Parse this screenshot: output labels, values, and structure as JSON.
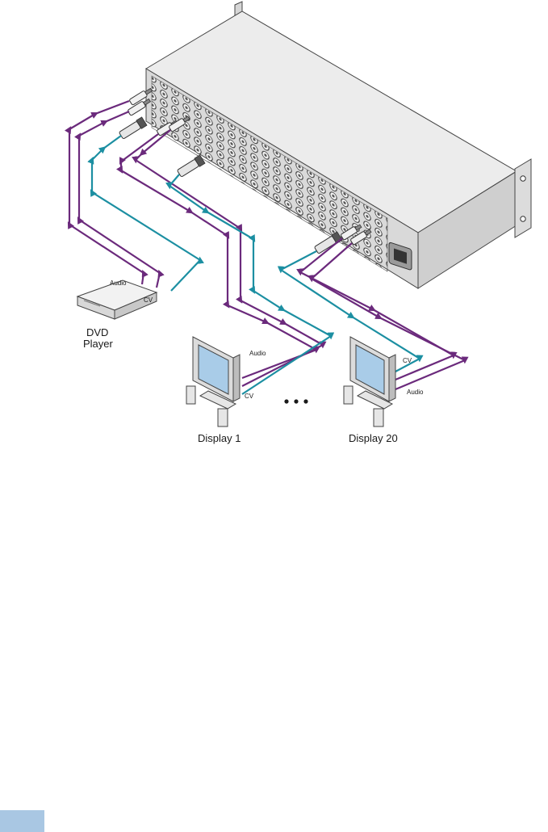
{
  "diagram": {
    "colors": {
      "audio_cable": "#6b2a7c",
      "video_cable": "#1c8fa2",
      "chassis_top": "#ececec",
      "chassis_front": "#d9d9d9",
      "chassis_side": "#cfcfcf",
      "screen": "#a9cce8",
      "page_tab": "#a9c7e3"
    },
    "source": {
      "name_line1": "DVD",
      "name_line2": "Player",
      "audio_label": "Audio",
      "video_label": "CV"
    },
    "display_1": {
      "name": "Display 1",
      "audio_label": "Audio",
      "video_label": "CV"
    },
    "display_20": {
      "name": "Display 20",
      "audio_label": "Audio",
      "video_label": "CV"
    }
  }
}
